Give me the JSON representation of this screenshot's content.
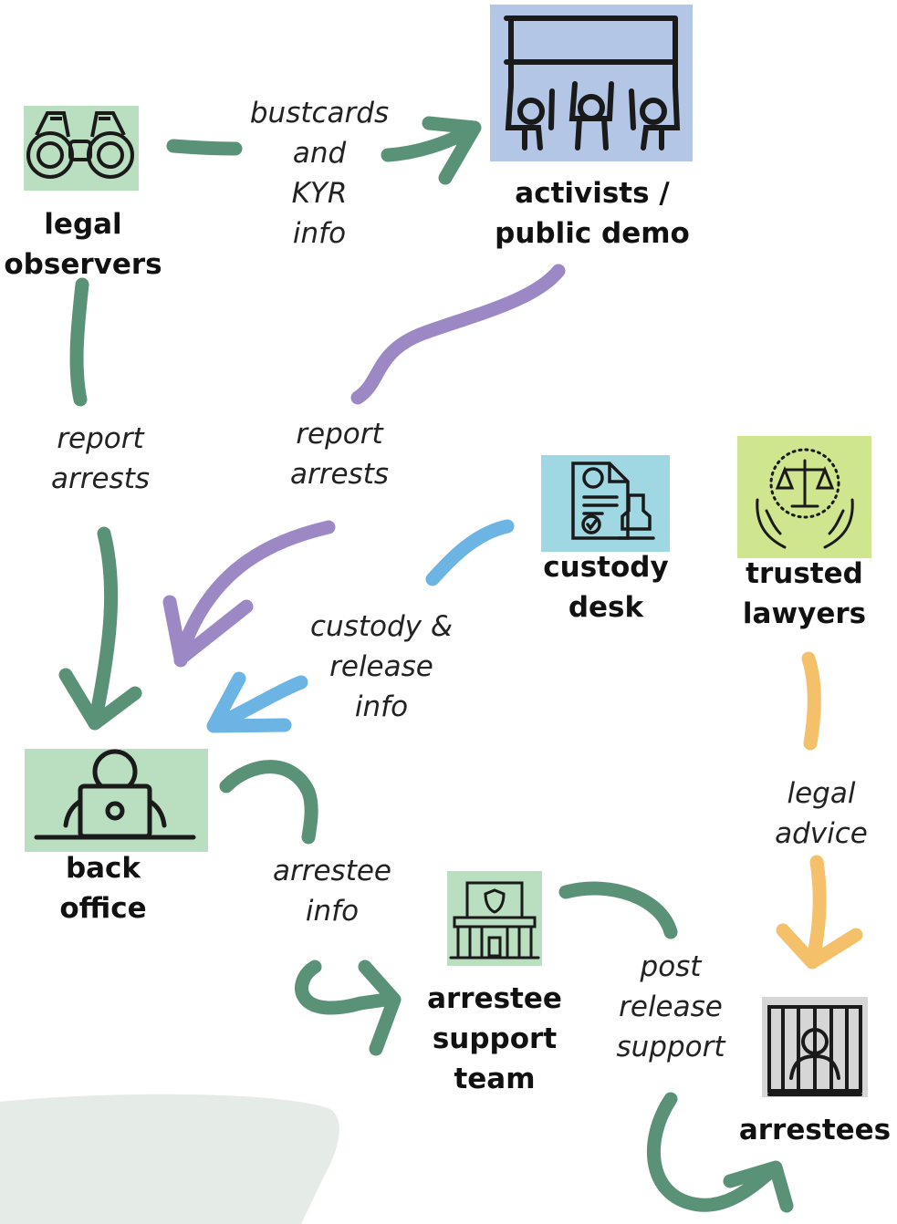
{
  "nodes": {
    "legal_observers": {
      "lines": [
        "legal",
        "observers"
      ],
      "icon": "binoculars-icon",
      "bg": "#b9dfc0"
    },
    "activists": {
      "lines": [
        "activists /",
        "public demo"
      ],
      "icon": "protest-banner-icon",
      "bg": "#b3c6e6"
    },
    "custody_desk": {
      "lines": [
        "custody",
        "desk"
      ],
      "icon": "stamped-document-icon",
      "bg": "#9fd7e2"
    },
    "trusted_lawyers": {
      "lines": [
        "trusted",
        "lawyers"
      ],
      "icon": "justice-scales-icon",
      "bg": "#cfe68f"
    },
    "back_office": {
      "lines": [
        "back",
        "office"
      ],
      "icon": "laptop-worker-icon",
      "bg": "#b9dfc0"
    },
    "arrestee_support": {
      "lines": [
        "arrestee",
        "support",
        "team"
      ],
      "icon": "police-station-icon",
      "bg": "#b9dfc0"
    },
    "arrestees": {
      "lines": [
        "arrestees"
      ],
      "icon": "jail-bars-icon",
      "bg": "#d6d6d6"
    }
  },
  "edges": {
    "bustcards": {
      "lines": [
        "bustcards",
        "and",
        "KYR",
        "info"
      ],
      "color": "#5a9277"
    },
    "report_arrests_observers": {
      "lines": [
        "report",
        "arrests"
      ],
      "color": "#5a9277"
    },
    "report_arrests_activists": {
      "lines": [
        "report",
        "arrests"
      ],
      "color": "#9b88c4"
    },
    "custody_release": {
      "lines": [
        "custody &",
        "release",
        "info"
      ],
      "color": "#6cb4e3"
    },
    "legal_advice": {
      "lines": [
        "legal",
        "advice"
      ],
      "color": "#f4c06a"
    },
    "arrestee_info": {
      "lines": [
        "arrestee",
        "info"
      ],
      "color": "#5a9277"
    },
    "post_release": {
      "lines": [
        "post",
        "release",
        "support"
      ],
      "color": "#5a9277"
    }
  }
}
